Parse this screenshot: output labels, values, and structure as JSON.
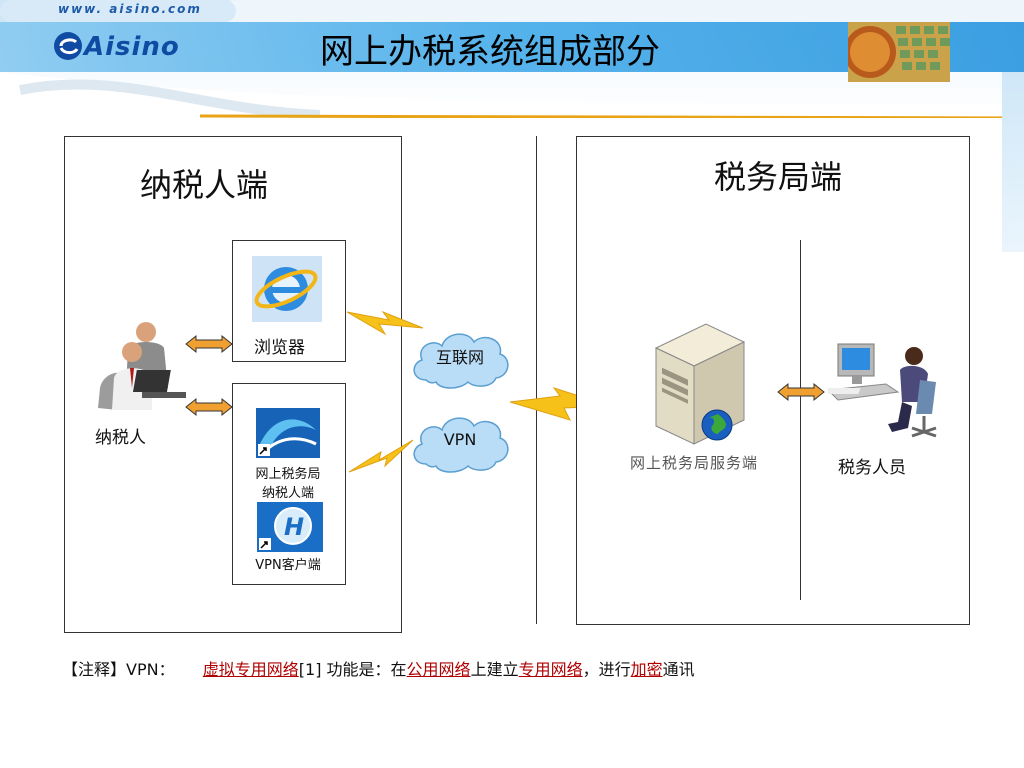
{
  "header": {
    "url": "www. aisino.com",
    "logo": "Aisino",
    "title": "网上办税系统组成部分"
  },
  "left_panel": {
    "title": "纳税人端",
    "person_label": "纳税人",
    "browser_label": "浏览器",
    "client_label_line1": "网上税务局",
    "client_label_line2": "纳税人端",
    "vpn_client_label": "VPN客户端"
  },
  "clouds": {
    "internet": "互联网",
    "vpn": "VPN"
  },
  "right_panel": {
    "title": "税务局端",
    "server_label": "网上税务局服务端",
    "staff_label": "税务人员"
  },
  "footnote": {
    "prefix": "【注释】VPN：",
    "link1": "虚拟专用网络",
    "ref": "[1] 功能是：在",
    "link2": "公用网络",
    "mid": "上建立",
    "link3": "专用网络",
    "sep": "，进行",
    "link4": "加密",
    "suffix": "通讯"
  },
  "colors": {
    "accent_blue": "#1d5aa8",
    "lightning": "#f6c21a",
    "arrow": "#f0a030",
    "cloud": "#b9dcf7",
    "link_red": "#b00000",
    "gold_line": "#e8a317"
  },
  "icons": [
    "internet-explorer-icon",
    "tax-client-icon",
    "vpn-client-icon",
    "server-icon",
    "globe-icon",
    "workstation-icon",
    "businessmen-icon"
  ]
}
